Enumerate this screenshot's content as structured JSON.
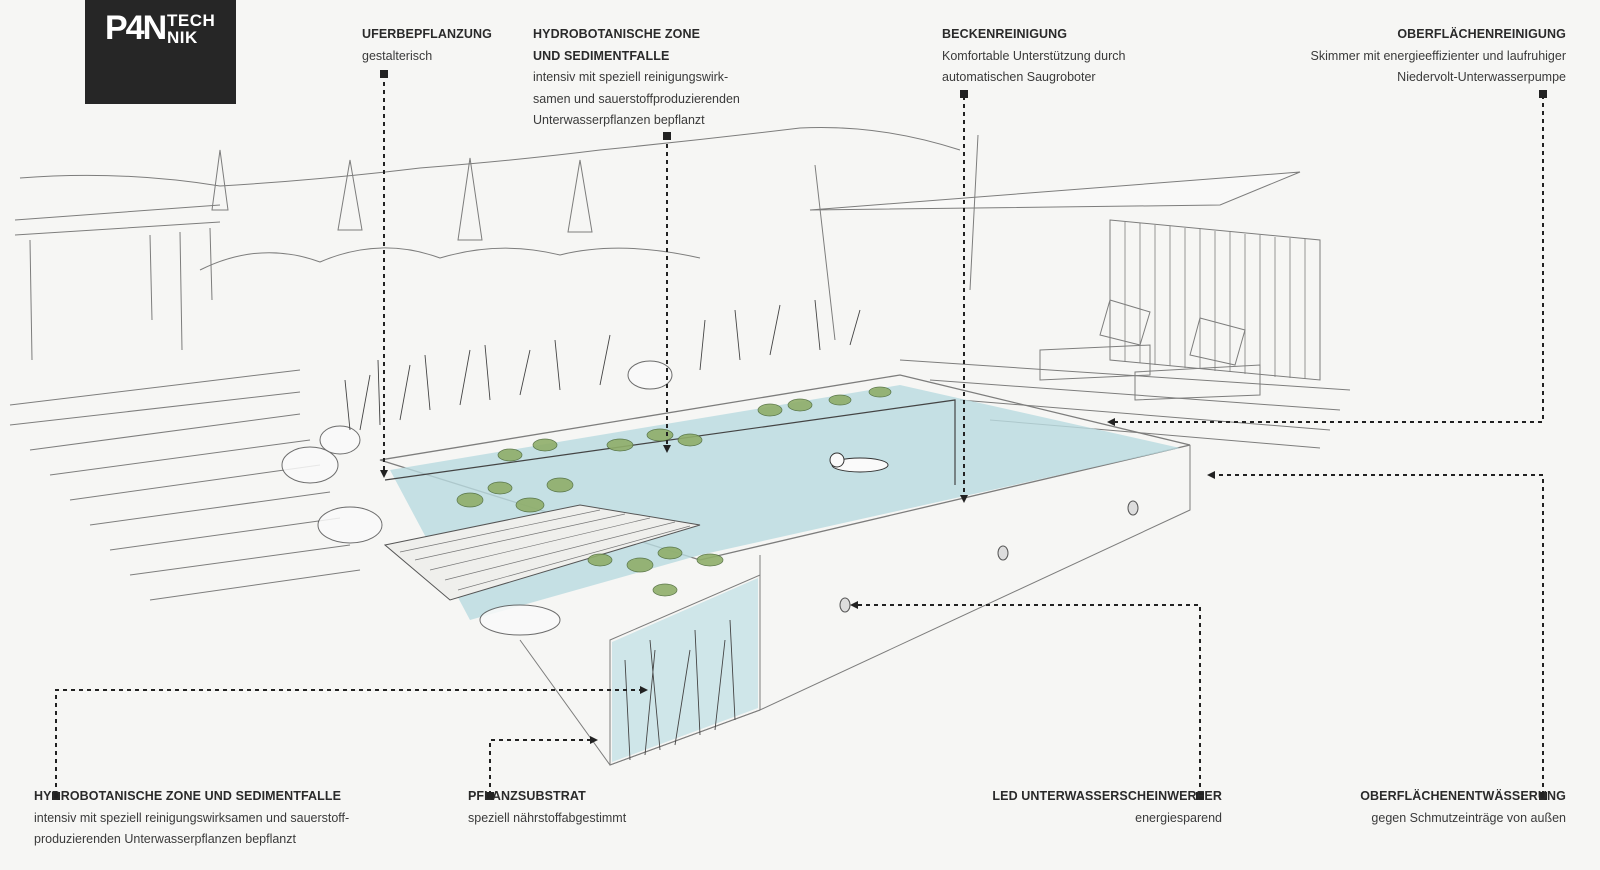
{
  "logo": {
    "line1": "P4N",
    "line2": "TECH\nNIK"
  },
  "callouts": {
    "uferbepflanzung": {
      "title": "UFERBEPFLANZUNG",
      "desc": "gestalterisch"
    },
    "hydro_top": {
      "title": "HYDROBOTANISCHE ZONE\nUND SEDIMENTFALLE",
      "desc": "intensiv mit speziell reinigungswirk-\nsamen und sauerstoffproduzierenden\nUnterwasserpflanzen bepflanzt"
    },
    "beckenreinigung": {
      "title": "BECKENREINIGUNG",
      "desc": "Komfortable Unterstützung durch\nautomatischen Saugroboter"
    },
    "oberflaechenreinigung": {
      "title": "OBERFLÄCHENREINIGUNG",
      "desc": "Skimmer mit energieeffizienter und laufruhiger\nNiedervolt-Unterwasserpumpe"
    },
    "hydro_bottom": {
      "title": "HYDROBOTANISCHE ZONE UND SEDIMENTFALLE",
      "desc": "intensiv mit speziell reinigungswirksamen und sauerstoff-\nproduzierenden Unterwasserpflanzen bepflanzt"
    },
    "pflanzsubstrat": {
      "title": "PFLANZSUBSTRAT",
      "desc": "speziell nährstoffabgestimmt"
    },
    "led": {
      "title": "LED UNTERWASSERSCHEINWERFER",
      "desc": "energiesparend"
    },
    "oberflaechenentwaesserung": {
      "title": "OBERFLÄCHENENTWÄSSERUNG",
      "desc": "gegen Schmutzeinträge von außen"
    }
  },
  "colors": {
    "water": "#b9dbe0",
    "lily": "#8fae6a",
    "ink": "#3b3b3b",
    "logo_bg": "#262626"
  }
}
